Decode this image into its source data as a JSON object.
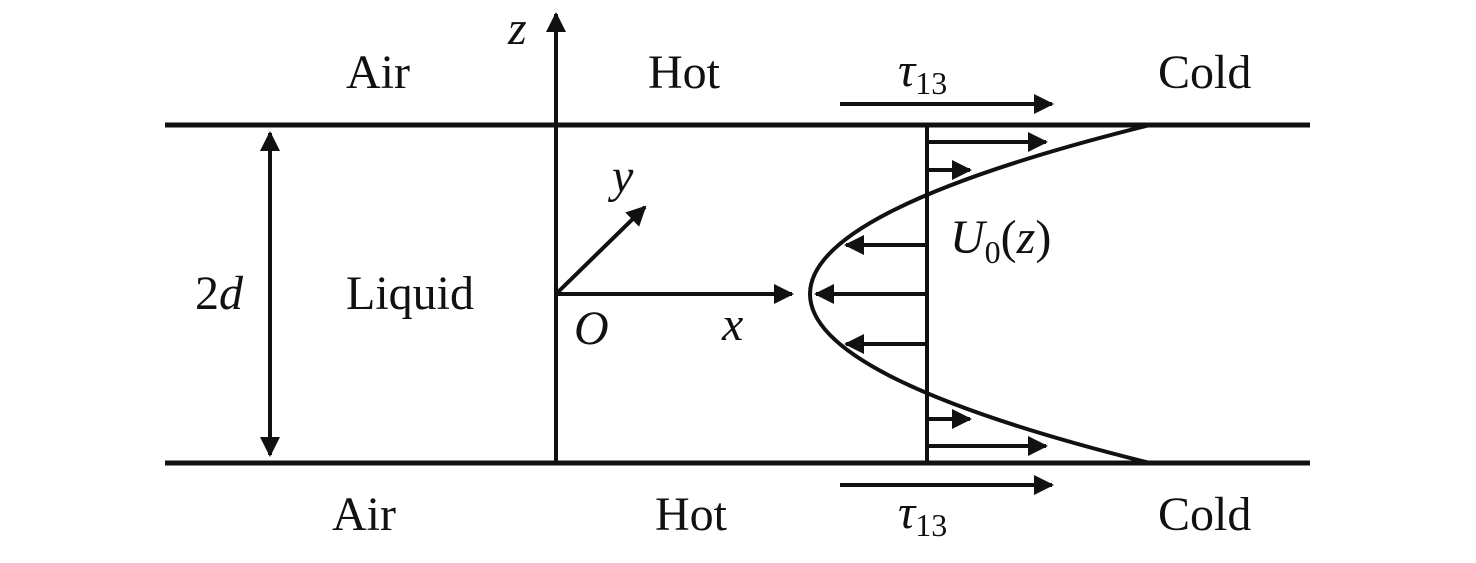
{
  "labels": {
    "top_air": "Air",
    "top_hot": "Hot",
    "top_cold": "Cold",
    "bottom_air": "Air",
    "bottom_hot": "Hot",
    "bottom_cold": "Cold",
    "liquid": "Liquid",
    "thickness": "2",
    "thickness_var": "d",
    "axis_z": "z",
    "axis_y": "y",
    "axis_x": "x",
    "origin": "O",
    "stress_symbol": "τ",
    "stress_sub": "13",
    "velocity_symbol": "U",
    "velocity_sub": "0",
    "velocity_arg_open": "(",
    "velocity_arg": "z",
    "velocity_arg_close": ")"
  },
  "colors": {
    "ink": "#111111",
    "background": "#ffffff"
  }
}
